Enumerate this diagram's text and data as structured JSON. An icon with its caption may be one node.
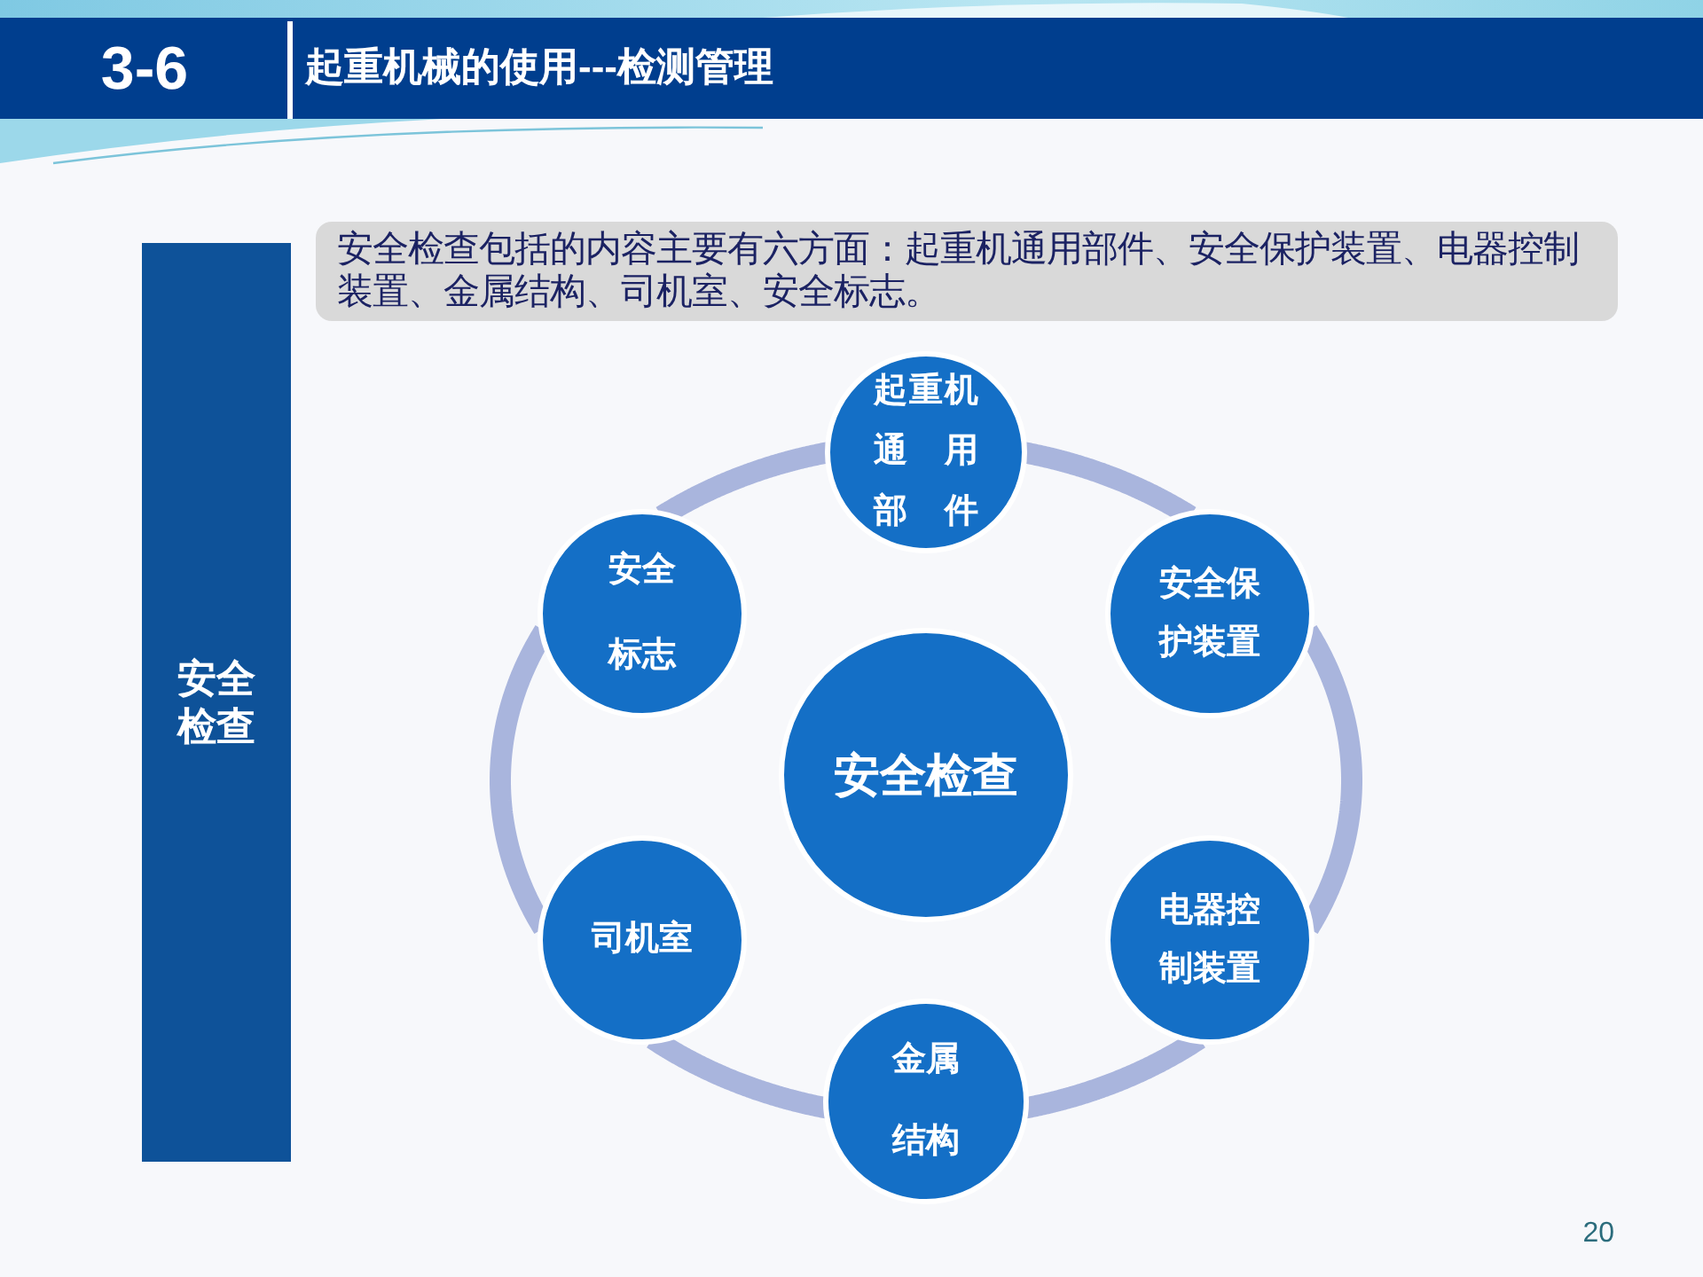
{
  "diagram": {
    "title": "起重机械的使用---检测管理",
    "nodes": [
      {
        "text": [
          "安全检查"
        ]
      },
      {
        "text": [
          "安全检查包括的内容主要有六方面：起重机通用部件、安全保护装置、电器控制装置、金属结构、司机室、安全标志。"
        ]
      },
      {
        "text": [
          "起重机通用部件"
        ]
      },
      {
        "text": [
          "安全标志"
        ]
      },
      {
        "text": [
          "安全保护装置"
        ]
      },
      {
        "text": [
          "安全检查"
        ]
      },
      {
        "text": [
          "司机室"
        ]
      },
      {
        "text": [
          "电器控制装置"
        ]
      },
      {
        "text": [
          "金属结构"
        ]
      }
    ],
    "edges": [
      {
        "from": 2,
        "to": 4,
        "arrow": "none"
      },
      {
        "from": 4,
        "to": 7,
        "arrow": "none"
      },
      {
        "from": 7,
        "to": 8,
        "arrow": "none"
      },
      {
        "from": 8,
        "to": 6,
        "arrow": "none"
      },
      {
        "from": 6,
        "to": 3,
        "arrow": "none"
      },
      {
        "from": 3,
        "to": 2,
        "arrow": "none"
      }
    ],
    "labels": [
      "3-6",
      "20"
    ]
  }
}
